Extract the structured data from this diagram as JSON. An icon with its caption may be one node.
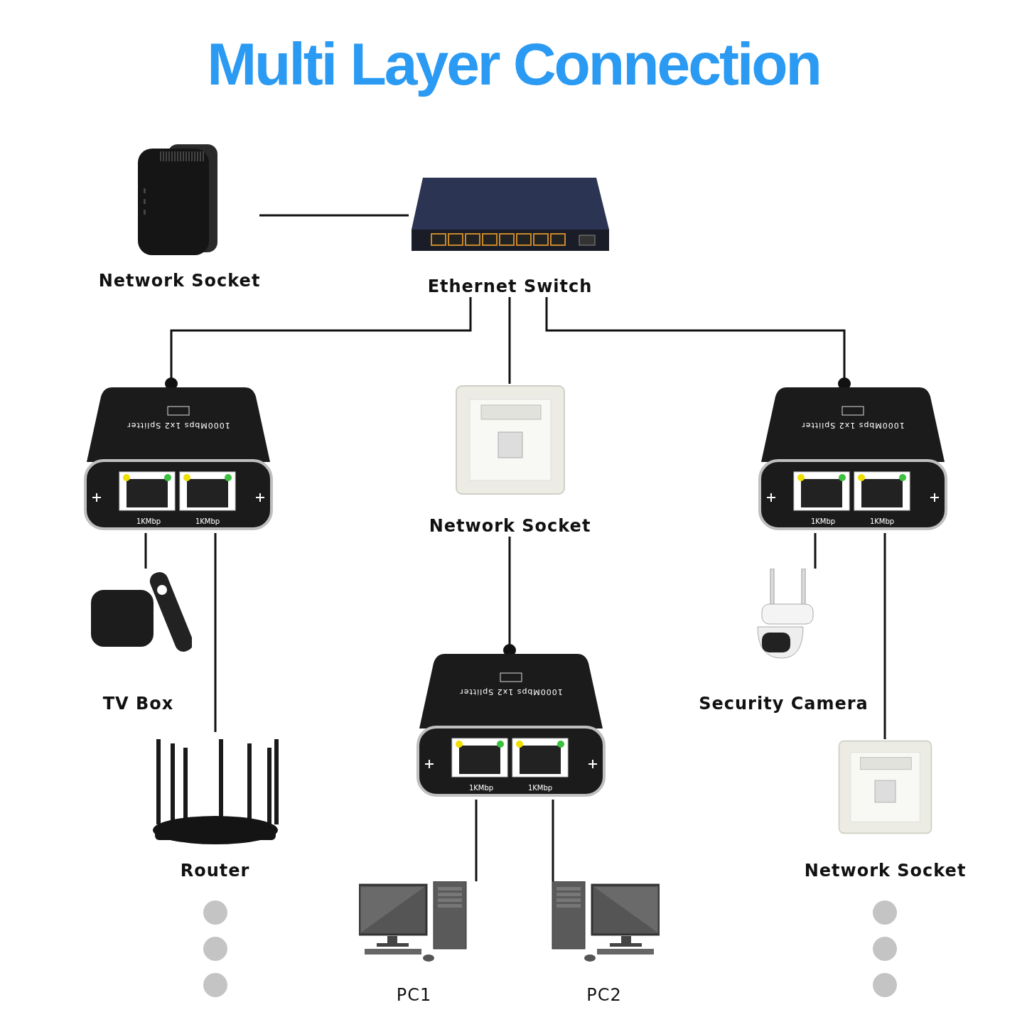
{
  "diagram": {
    "title": "Multi Layer Connection",
    "nodes": [
      {
        "text": [
          "Network Socket"
        ]
      },
      {
        "text": [
          "Ethernet Switch"
        ]
      },
      {
        "text": [],
        "shape": "picture"
      },
      {
        "text": [
          "Network Socket"
        ]
      },
      {
        "text": [],
        "shape": "picture"
      },
      {
        "text": [
          "TV Box"
        ]
      },
      {
        "text": [
          "Router"
        ]
      },
      {
        "text": [],
        "shape": "picture"
      },
      {
        "text": [
          "Security Camera"
        ]
      },
      {
        "text": [
          "Network Socket"
        ]
      },
      {
        "text": [
          "PC1"
        ]
      },
      {
        "text": [
          "PC2"
        ]
      }
    ],
    "edges": [
      {
        "from": 0,
        "to": 1,
        "arrow": "none"
      },
      {
        "from": 1,
        "to": 2,
        "arrow": "other"
      },
      {
        "from": 1,
        "to": 3,
        "arrow": "none"
      },
      {
        "from": 1,
        "to": 4,
        "arrow": "other"
      },
      {
        "from": 2,
        "to": 5,
        "arrow": "none"
      },
      {
        "from": 2,
        "to": 6,
        "arrow": "none"
      },
      {
        "from": 3,
        "to": 7,
        "arrow": "other"
      },
      {
        "from": 4,
        "to": 8,
        "arrow": "none"
      },
      {
        "from": 4,
        "to": 9,
        "arrow": "none"
      },
      {
        "from": 7,
        "to": 10,
        "arrow": "none"
      },
      {
        "from": 7,
        "to": 11,
        "arrow": "none"
      }
    ],
    "labels": [
      "1000Mbps 1x2 Splitter",
      "1KMbp",
      "1KMbp",
      "1000Mbps 1x2 Splitter",
      "1KMbp",
      "1KMbp",
      "1000Mbps 1x2 Splitter",
      "1KMbp",
      "1KMbp"
    ]
  }
}
